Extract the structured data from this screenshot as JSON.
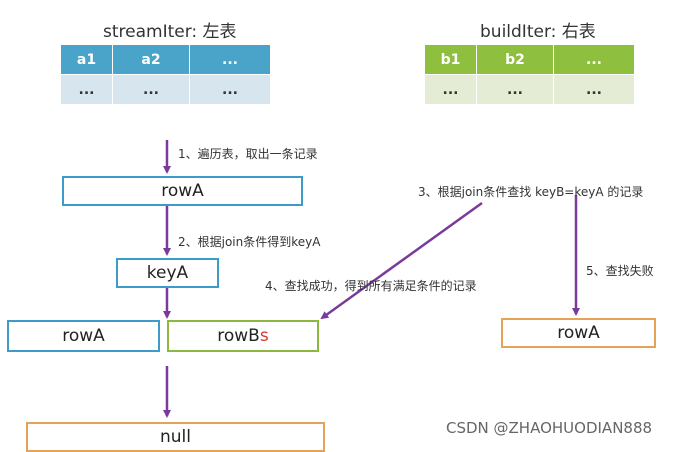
{
  "stream": {
    "title": "streamIter: 左表",
    "header": [
      "a1",
      "a2",
      "..."
    ],
    "row": [
      "...",
      "...",
      "..."
    ]
  },
  "build": {
    "title": "buildIter: 右表",
    "header": [
      "b1",
      "b2",
      "..."
    ],
    "row": [
      "...",
      "...",
      "..."
    ]
  },
  "steps": {
    "s1": "1、遍历表，取出一条记录",
    "s2": "2、根据join条件得到keyA",
    "s3": "3、根据join条件查找 keyB=keyA 的记录",
    "s4": "4、查找成功，得到所有满足条件的记录",
    "s5": "5、查找失败"
  },
  "boxes": {
    "rowA_top": "rowA",
    "keyA": "keyA",
    "rowA_left": "rowA",
    "rowBs_main": "rowB",
    "rowBs_suffix": "s",
    "rowA_right": "rowA",
    "null": "null"
  },
  "watermark": "CSDN @ZHAOHUODIAN888",
  "colors": {
    "arrow": "#7a3a9c",
    "blue": "#3d9bc7",
    "green": "#8cb83e",
    "orange": "#e7a25a",
    "red": "#d23a2e"
  }
}
